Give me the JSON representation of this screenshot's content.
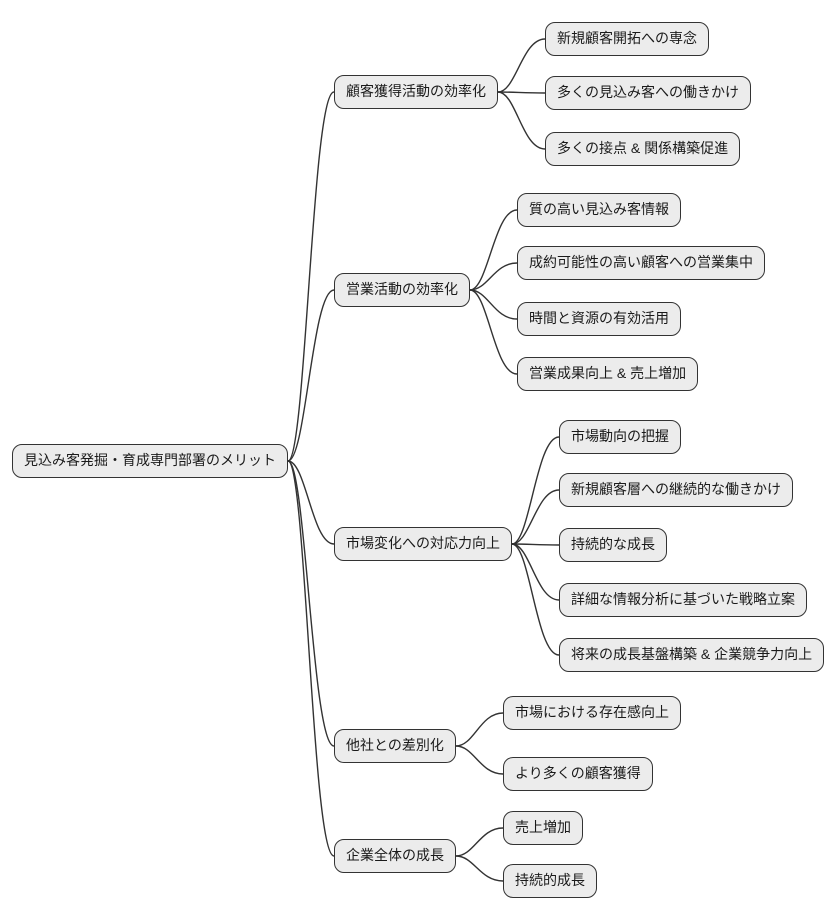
{
  "diagram": {
    "type": "mindmap",
    "root": {
      "label": "見込み客発掘・育成専門部署のメリット"
    },
    "branches": [
      {
        "label": "顧客獲得活動の効率化",
        "children": [
          {
            "label": "新規顧客開拓への専念"
          },
          {
            "label": "多くの見込み客への働きかけ"
          },
          {
            "label": "多くの接点 & 関係構築促進"
          }
        ]
      },
      {
        "label": "営業活動の効率化",
        "children": [
          {
            "label": "質の高い見込み客情報"
          },
          {
            "label": "成約可能性の高い顧客への営業集中"
          },
          {
            "label": "時間と資源の有効活用"
          },
          {
            "label": "営業成果向上 & 売上増加"
          }
        ]
      },
      {
        "label": "市場変化への対応力向上",
        "children": [
          {
            "label": "市場動向の把握"
          },
          {
            "label": "新規顧客層への継続的な働きかけ"
          },
          {
            "label": "持続的な成長"
          },
          {
            "label": "詳細な情報分析に基づいた戦略立案"
          },
          {
            "label": "将来の成長基盤構築 & 企業競争力向上"
          }
        ]
      },
      {
        "label": "他社との差別化",
        "children": [
          {
            "label": "市場における存在感向上"
          },
          {
            "label": "より多くの顧客獲得"
          }
        ]
      },
      {
        "label": "企業全体の成長",
        "children": [
          {
            "label": "売上増加"
          },
          {
            "label": "持続的成長"
          }
        ]
      }
    ]
  },
  "style": {
    "background": "#ffffff",
    "node_fill": "#ececec",
    "node_border": "#333333",
    "edge_color": "#333333",
    "text_color": "#1a1a1a"
  }
}
